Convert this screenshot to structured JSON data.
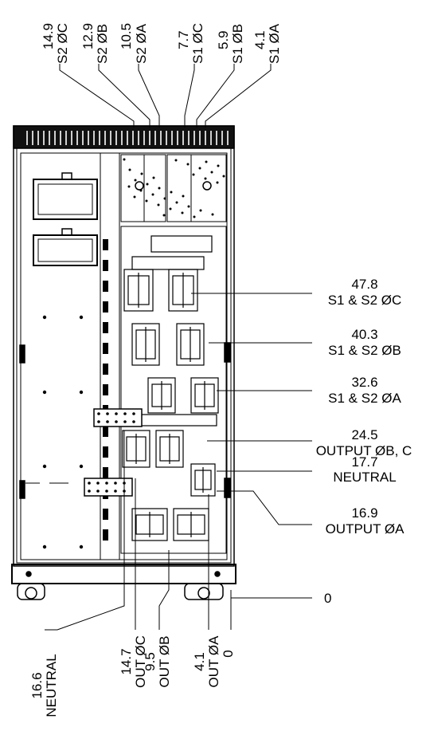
{
  "top_labels": [
    {
      "value": "14.9",
      "label": "S2 ØC"
    },
    {
      "value": "12.9",
      "label": "S2 ØB"
    },
    {
      "value": "10.5",
      "label": "S2 ØA"
    },
    {
      "value": "7.7",
      "label": "S1 ØC"
    },
    {
      "value": "5.9",
      "label": "S1 ØB"
    },
    {
      "value": "4.1",
      "label": "S1 ØA"
    }
  ],
  "right_labels": [
    {
      "value": "47.8",
      "label": "S1 & S2 ØC"
    },
    {
      "value": "40.3",
      "label": "S1 & S2 ØB"
    },
    {
      "value": "32.6",
      "label": "S1 & S2 ØA"
    },
    {
      "value": "24.5",
      "label": "OUTPUT ØB, C"
    },
    {
      "value": "17.7",
      "label": "NEUTRAL"
    },
    {
      "value": "16.9",
      "label": "OUTPUT ØA"
    }
  ],
  "floor_label": "0",
  "bottom_labels": [
    {
      "value": "16.6",
      "label": "NEUTRAL"
    },
    {
      "value": "14.7",
      "label": "OUT ØC"
    },
    {
      "value": "9.5",
      "label": "OUT ØB"
    },
    {
      "value": "4.1",
      "label": "OUT ØA"
    },
    {
      "value": "0",
      "label": ""
    }
  ]
}
